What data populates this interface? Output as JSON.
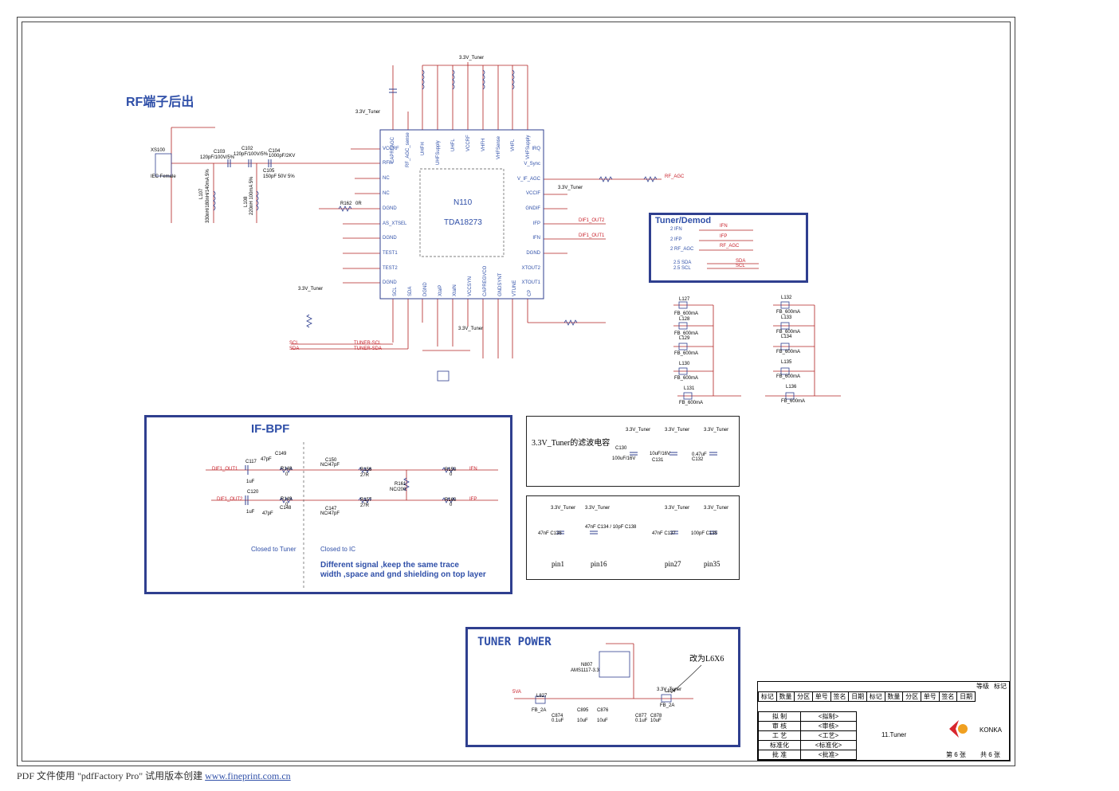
{
  "titles": {
    "rf_out": "RF端子后出",
    "tuner_demod": "Tuner/Demod",
    "if_bpf": "IF-BPF",
    "filter_caps": "3.3V_Tuner的滤波电容",
    "tuner_power": "TUNER POWER",
    "change_note": "改为L6X6"
  },
  "chip": {
    "ref": "N110",
    "part": "TDA18273"
  },
  "chip_pins_left": [
    "VCCRF",
    "RFin",
    "NC",
    "NC",
    "DGND",
    "AS_XTSEL",
    "DGND",
    "TEST1",
    "TEST2",
    "DGND"
  ],
  "chip_pins_right": [
    "IRQ",
    "V_Sync",
    "V_IF_AGC",
    "VCCIF",
    "GNDIF",
    "IFP",
    "IFN",
    "DGND",
    "XTOUT2",
    "XTOUT1"
  ],
  "chip_pins_top": [
    "CAPRFAGC",
    "RF_AGC_sense",
    "UHFH",
    "UHFSupply",
    "UHFL",
    "VCCRF",
    "VHFH",
    "VHFSense",
    "VHFL",
    "VHFSupply"
  ],
  "chip_pins_bottom": [
    "SCL",
    "SDA",
    "DGND",
    "XtalP",
    "XtalN",
    "VCCSYN",
    "CAPREGVCO",
    "GNDSYNT",
    "VTUNE",
    "CP"
  ],
  "net_labels": {
    "v33": "3.3V_Tuner",
    "rf_agc": "RF_AGC",
    "dif1_out1": "DIF1_OUT1",
    "dif1_out2": "DIF1_OUT2",
    "tuner_scl": "TUNER-SCL",
    "tuner_sda": "TUNER-SDA",
    "scl": "SCL",
    "sda": "SDA",
    "ifn": "IFN",
    "ifp": "IFP",
    "v5": "5VA"
  },
  "tuner_demod_rows": [
    {
      "pin": "2  IFN",
      "net": "IFN"
    },
    {
      "pin": "2  IFP",
      "net": "IFP"
    },
    {
      "pin": "2  RF_AGC",
      "net": "RF_AGC"
    },
    {
      "pin": "2.5  SDA",
      "net": "SDA"
    },
    {
      "pin": "2.5  SCL",
      "net": "SCL"
    }
  ],
  "ferrites_left": [
    "L127",
    "L128",
    "L129",
    "L130",
    "L131"
  ],
  "ferrites_right": [
    "L132",
    "L133",
    "L134",
    "L135",
    "L136"
  ],
  "ferrite_value": "FB_600mA",
  "rf_components": [
    "XS100",
    "IEC Female",
    "C103",
    "120pF/100V/5%",
    "C102",
    "120pF/100V/5%",
    "C104",
    "1000pF/2KV",
    "C105",
    "150pF 50V 5%",
    "L107",
    "330nH/180nH/140mA 5%",
    "L108",
    "220nH 100mA 5%",
    "R162",
    "0R"
  ],
  "if_bpf_texts": {
    "closed_tuner": "Closed to Tuner",
    "closed_ic": "Closed to IC",
    "note_line1": "Different signal ,keep the same trace",
    "note_line2": "width ,space  and gnd shielding on top layer"
  },
  "if_bpf_parts": [
    "C117",
    "1uF",
    "C149",
    "47pF",
    "R148",
    "0",
    "C150",
    "NC/47pF",
    "R158",
    "27R",
    "R150",
    "0",
    "R161",
    "NC/200",
    "C120",
    "1uF",
    "R149",
    "0",
    "C148",
    "47pF",
    "C147",
    "NC/47pF",
    "R157",
    "27R",
    "R160",
    "0"
  ],
  "filter_caps": [
    {
      "ref": "C130",
      "value": "100uF/16V"
    },
    {
      "ref": "C131",
      "value": "10uF/16V"
    },
    {
      "ref": "C132",
      "value": "0.47uF"
    }
  ],
  "pin_caps": [
    {
      "label": "pin1",
      "caps": "47nF C136"
    },
    {
      "label": "pin16",
      "caps": "47nF C134 / 10pF C138"
    },
    {
      "label": "pin27",
      "caps": "47nF C137"
    },
    {
      "label": "pin35",
      "caps": "100pF C135"
    }
  ],
  "power": {
    "reg_ref": "N807",
    "reg_part": "AMS1117-3.3",
    "parts": [
      "L827",
      "FB_2A",
      "C874",
      "0.1uF",
      "C895",
      "10uF",
      "C876",
      "10uF",
      "C877",
      "0.1uF",
      "C878",
      "10uF",
      "L824",
      "FB_2A"
    ]
  },
  "title_block": {
    "head_row": [
      "标记",
      "数量",
      "分区",
      "单号",
      "签名",
      "日期",
      "标记",
      "数量",
      "分区",
      "单号",
      "签名",
      "日期"
    ],
    "grade": "等级",
    "mark": "标记",
    "rows": [
      {
        "label": "拟 制",
        "val": "<拟制>"
      },
      {
        "label": "审 核",
        "val": "<审核>"
      },
      {
        "label": "工 艺",
        "val": "<工艺>"
      },
      {
        "label": "标准化",
        "val": "<标准化>"
      },
      {
        "label": "批 准",
        "val": "<批准>"
      }
    ],
    "sheet_name": "11.Tuner",
    "company": "KONKA",
    "sheet_no": "第 6 张",
    "sheet_total": "共 6 张"
  },
  "footer": {
    "text": "PDF 文件使用 \"pdfFactory Pro\" 试用版本创建 ",
    "link": "www.fineprint.com.cn"
  }
}
